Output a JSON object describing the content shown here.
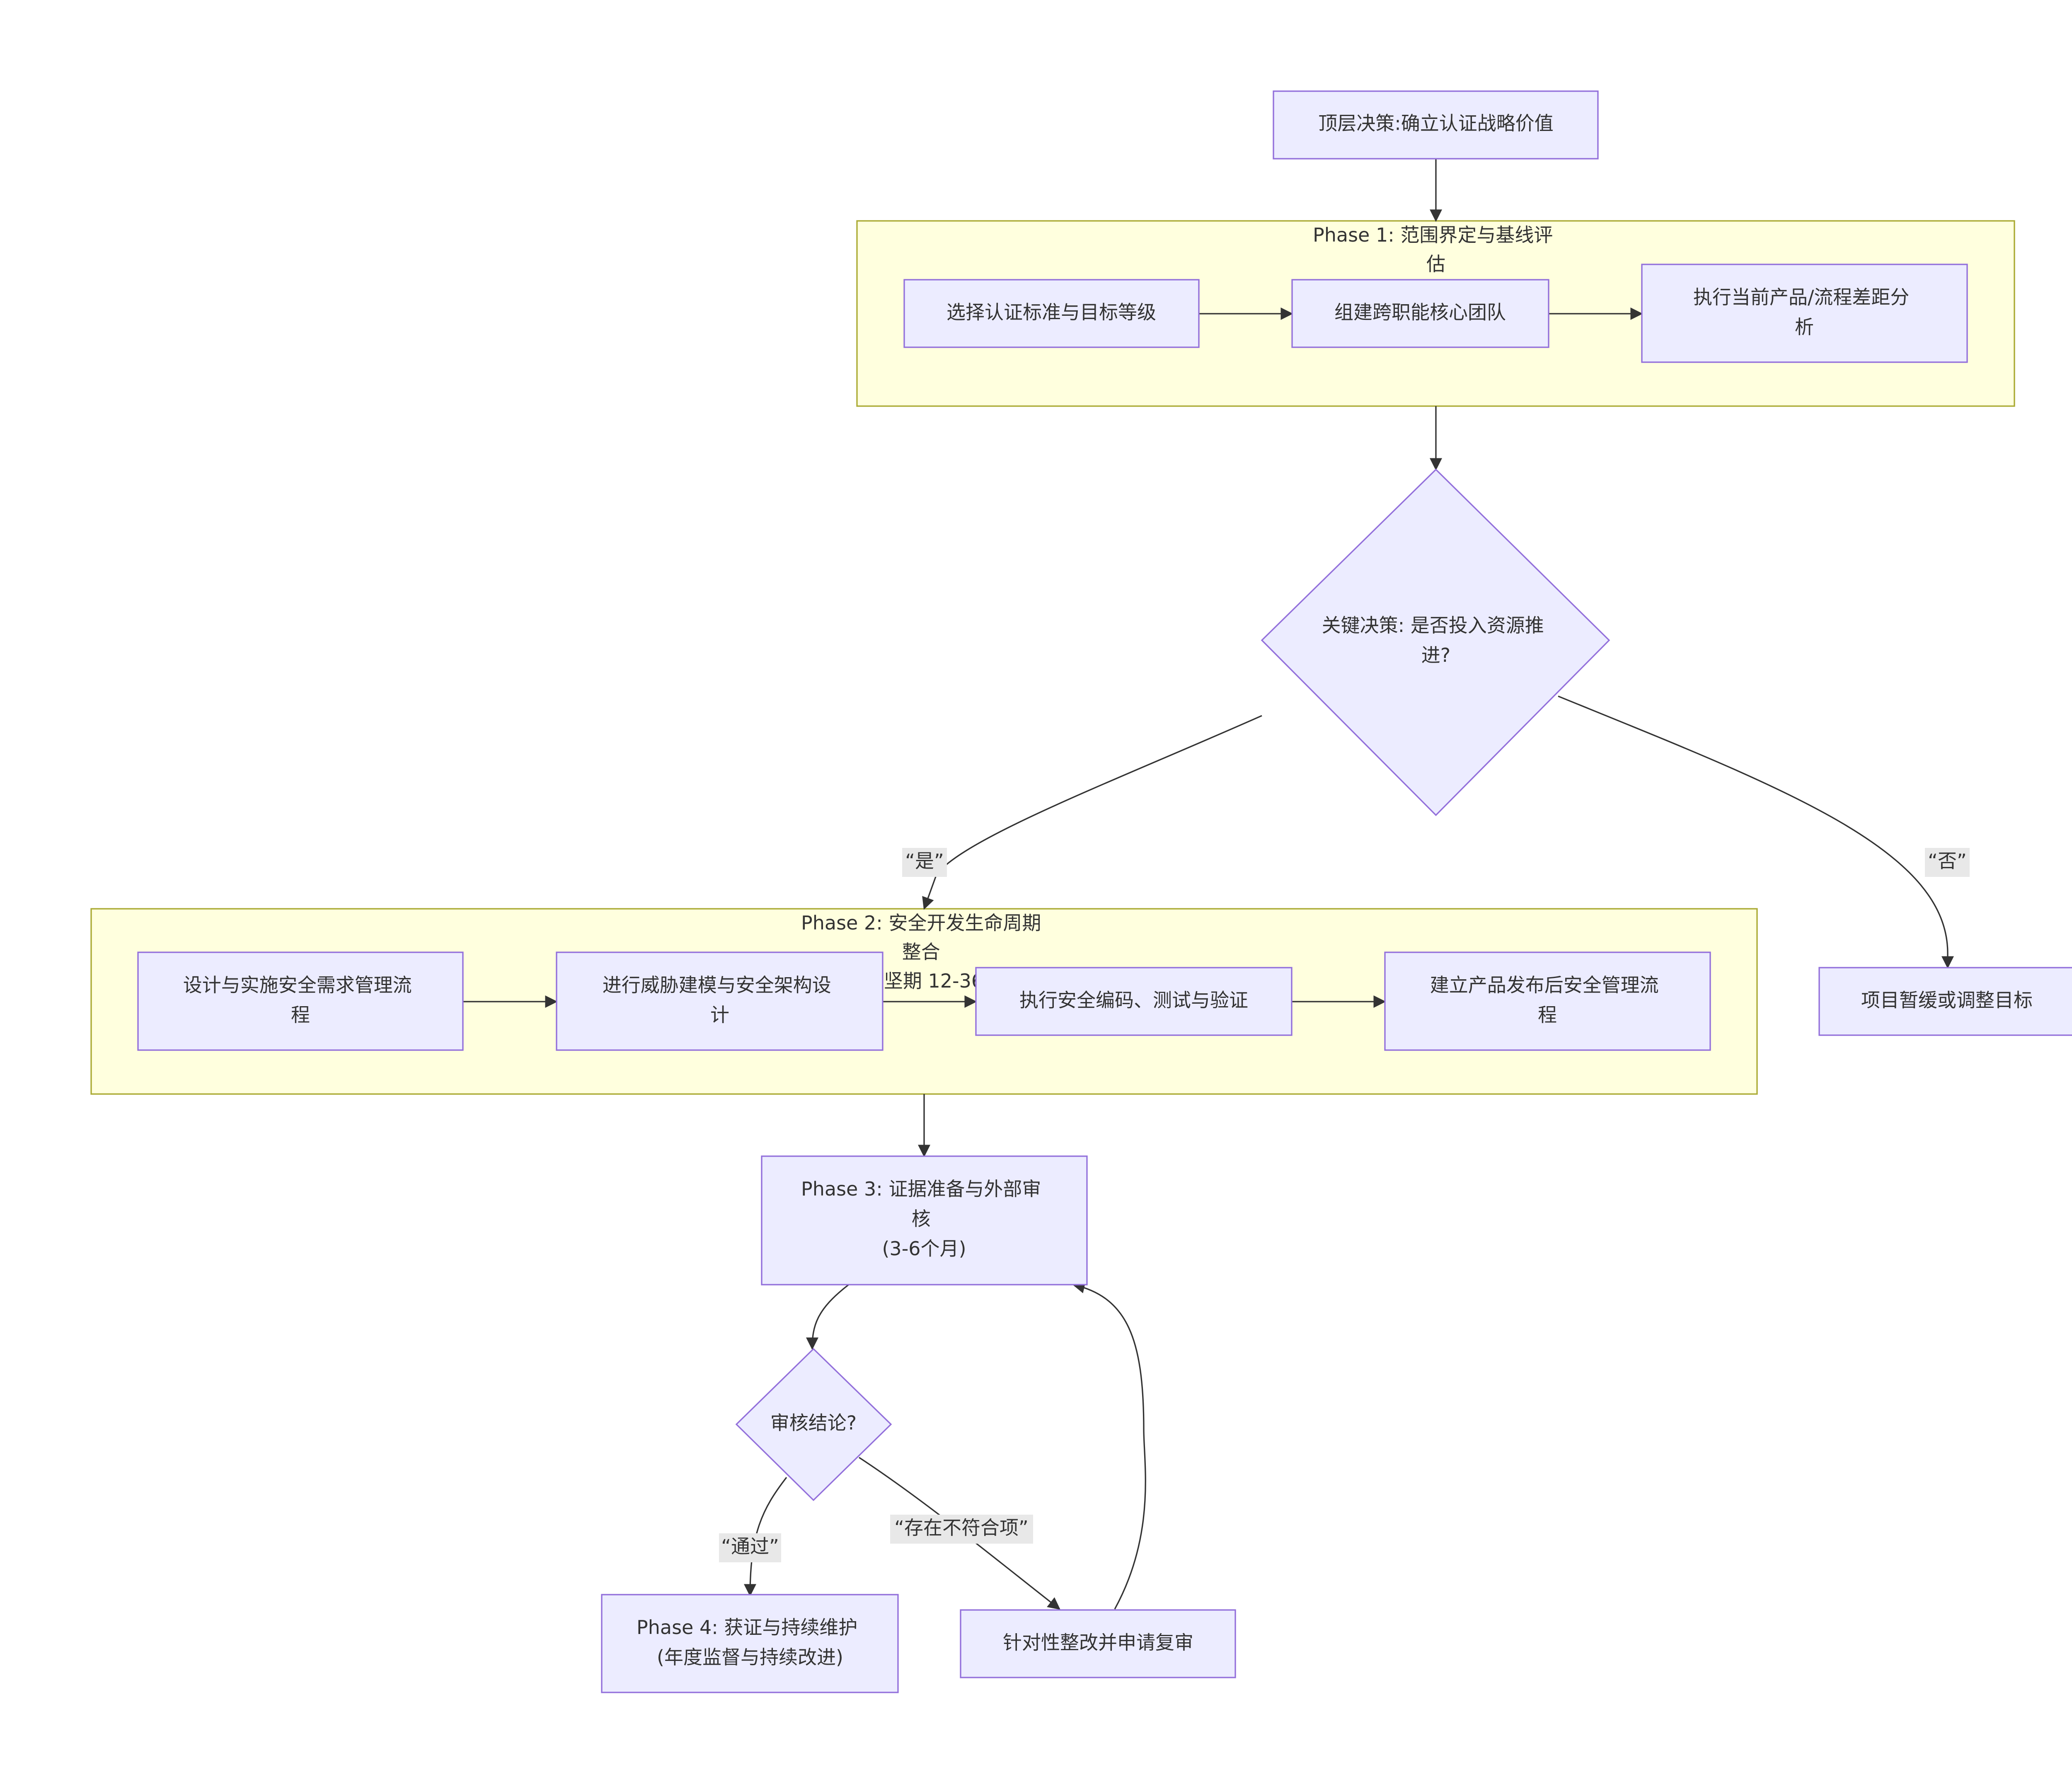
{
  "top_decision": "顶层决策:确立认证战略价值",
  "phase1": {
    "title": [
      "Phase 1: 范围界定与基线评",
      "估"
    ],
    "step1": "选择认证标准与目标等级",
    "step2": "组建跨职能核心团队",
    "step3": [
      "执行当前产品/流程差距分",
      "析"
    ]
  },
  "key_decision": [
    "关键决策: 是否投入资源推",
    "进?"
  ],
  "yes_label": "“是”",
  "no_label": "“否”",
  "pause": "项目暂缓或调整目标",
  "phase2": {
    "title": [
      "Phase 2: 安全开发生命周期",
      "整合",
      "攻坚期 12-36"
    ],
    "step1": [
      "设计与实施安全需求管理流",
      "程"
    ],
    "step2": [
      "进行威胁建模与安全架构设",
      "计"
    ],
    "step3": "执行安全编码、测试与验证",
    "step4": [
      "建立产品发布后安全管理流",
      "程"
    ]
  },
  "phase3": [
    "Phase 3: 证据准备与外部审",
    "核",
    "(3-6个月)"
  ],
  "audit_decision": "审核结论?",
  "pass_label": "“通过”",
  "nonconform_label": "“存在不符合项”",
  "phase4": [
    "Phase 4: 获证与持续维护",
    "(年度监督与持续改进)"
  ],
  "rectify": "针对性整改并申请复审",
  "colors": {
    "node_fill": "#ececff",
    "node_stroke": "#9370db",
    "cluster_fill": "#ffffde",
    "cluster_stroke": "#aaaa33",
    "edge": "#333333",
    "label_bg": "#e8e8e8"
  }
}
